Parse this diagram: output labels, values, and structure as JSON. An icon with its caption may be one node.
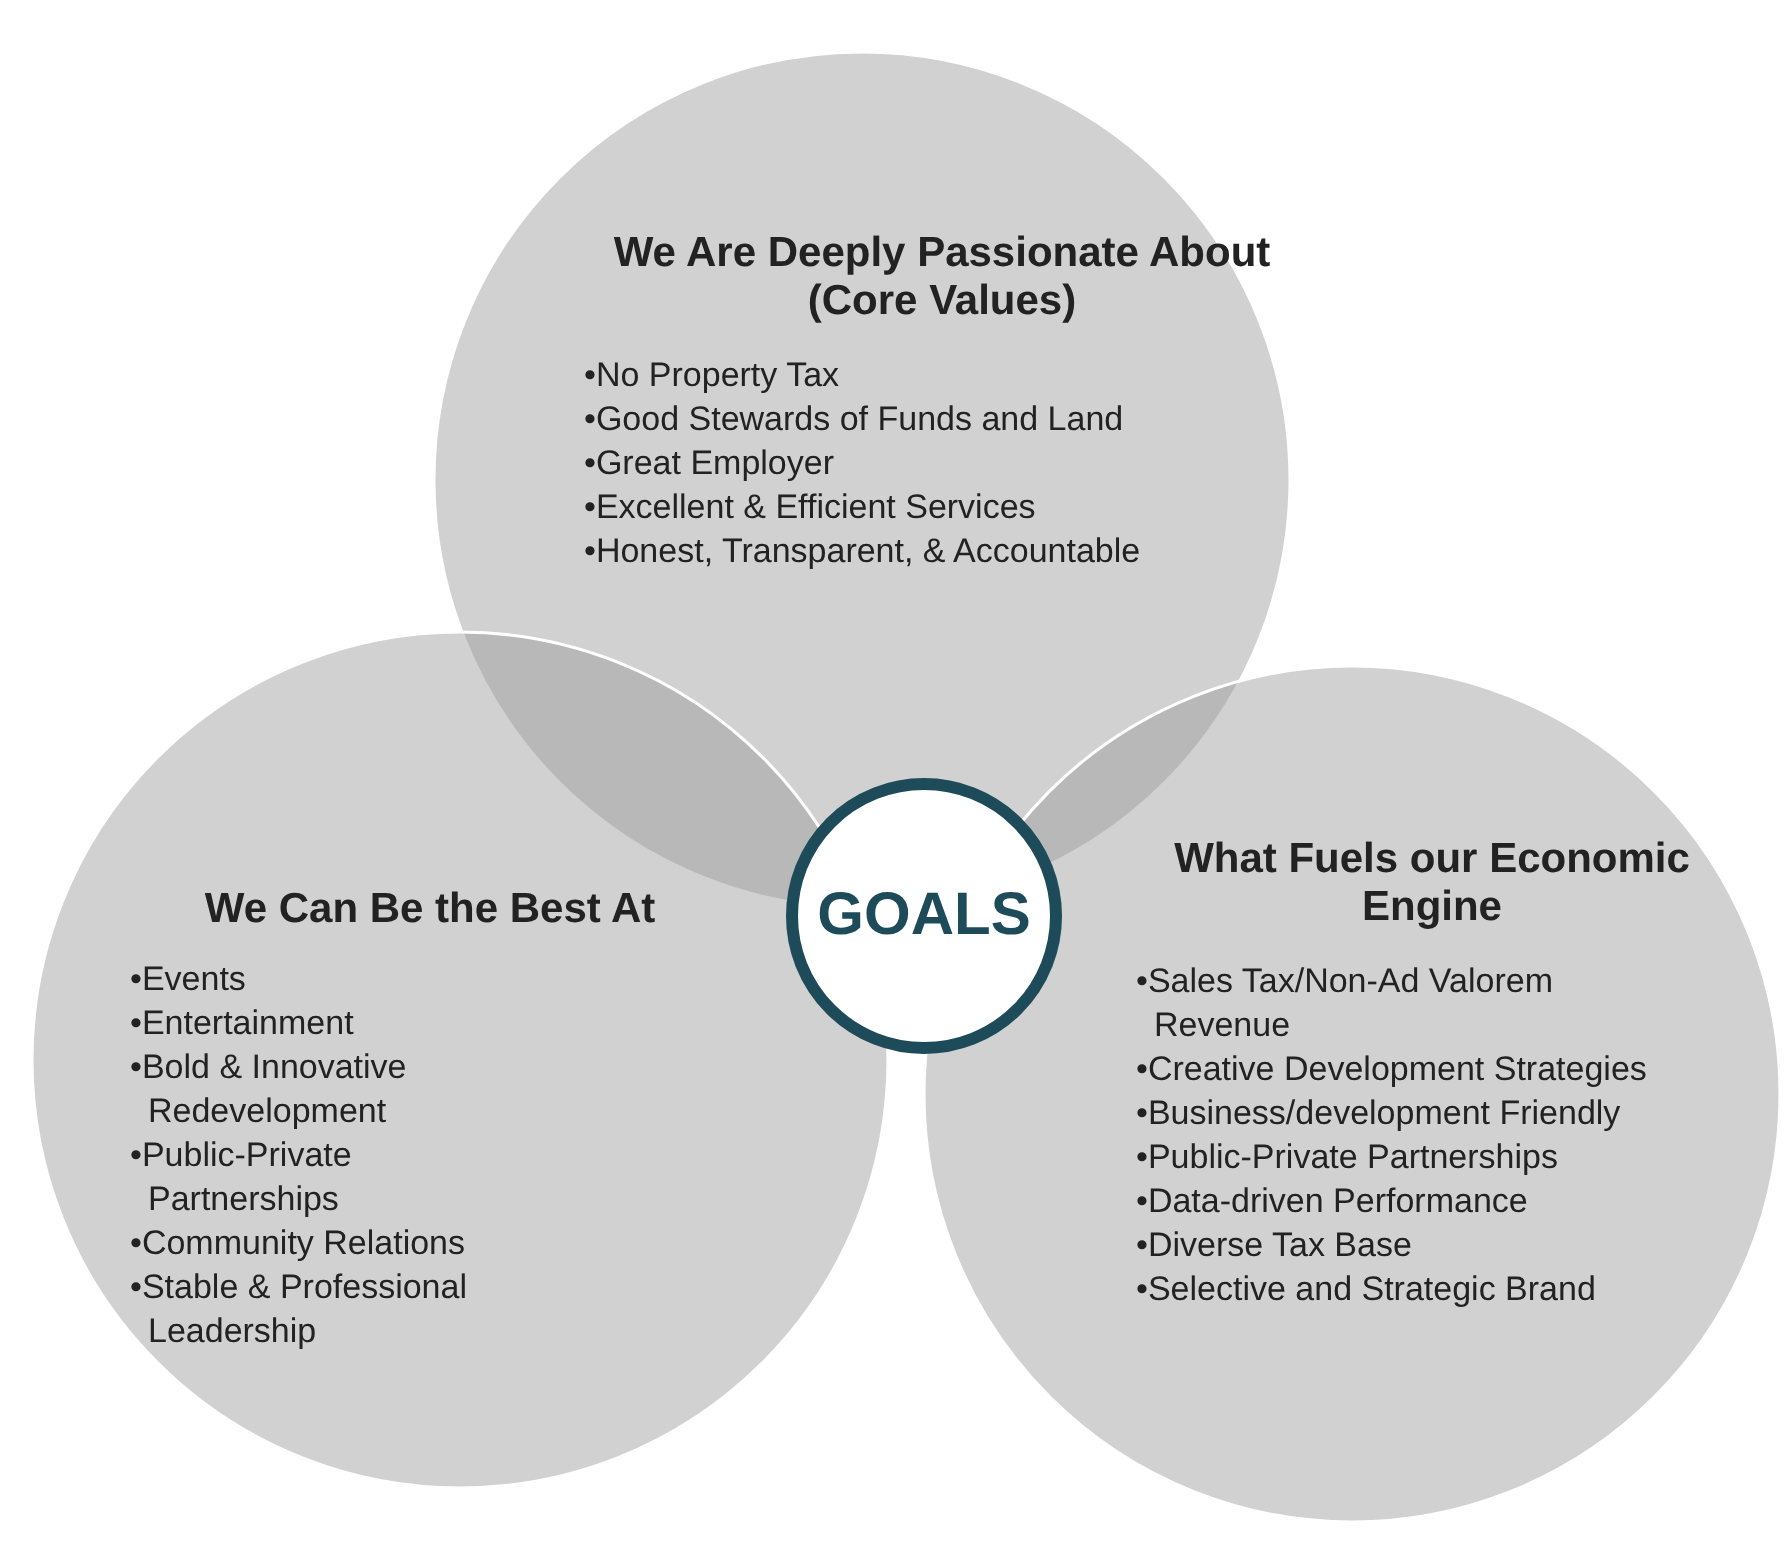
{
  "diagram": {
    "nodes": [
      {
        "text": [
          "We Are Deeply Passionate About (Core Values)",
          "•No Property Tax",
          "•Good Stewards of Funds and Land",
          "•Great Employer",
          "•Excellent & Efficient Services",
          "•Honest, Transparent, & Accountable"
        ]
      },
      {
        "text": [
          "We Can Be the Best At",
          "•Events",
          "•Entertainment",
          "•Bold & Innovative Redevelopment",
          "•Public-Private Partnerships",
          "•Community Relations",
          "•Stable & Professional Leadership"
        ]
      },
      {
        "text": [
          "What Fuels our Economic Engine",
          "•Sales Tax/Non-Ad Valorem Revenue",
          "•Creative Development Strategies",
          "•Business/development Friendly",
          "•Public-Private Partnerships",
          "•Data-driven Performance",
          "•Diverse Tax Base",
          "•Selective and Strategic Brand"
        ]
      },
      {
        "text": [
          "GOALS"
        ]
      }
    ]
  }
}
